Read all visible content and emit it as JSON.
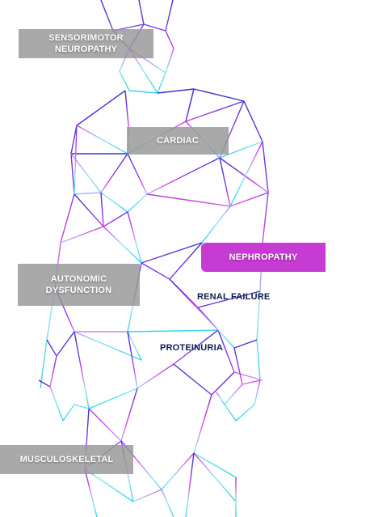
{
  "labels": {
    "sensorimotor": "SENSORIMOTOR NEUROPATHY",
    "cardiac": "CARDIAC",
    "nephropathy": "NEPHROPATHY",
    "renal_failure": "RENAL FAILURE",
    "proteinuria": "PROTEINURIA",
    "autonomic": "AUTONOMIC DYSFUNCTION",
    "musculoskeletal": "MUSCULOSKELETAL"
  },
  "colors": {
    "gray_tag": "#969696",
    "highlight_tag": "#c63bd2",
    "dark_text": "#0d1f4f",
    "gradient_top": "#3b2fd0",
    "gradient_mid": "#c93be0",
    "gradient_bottom": "#39d6ee"
  }
}
